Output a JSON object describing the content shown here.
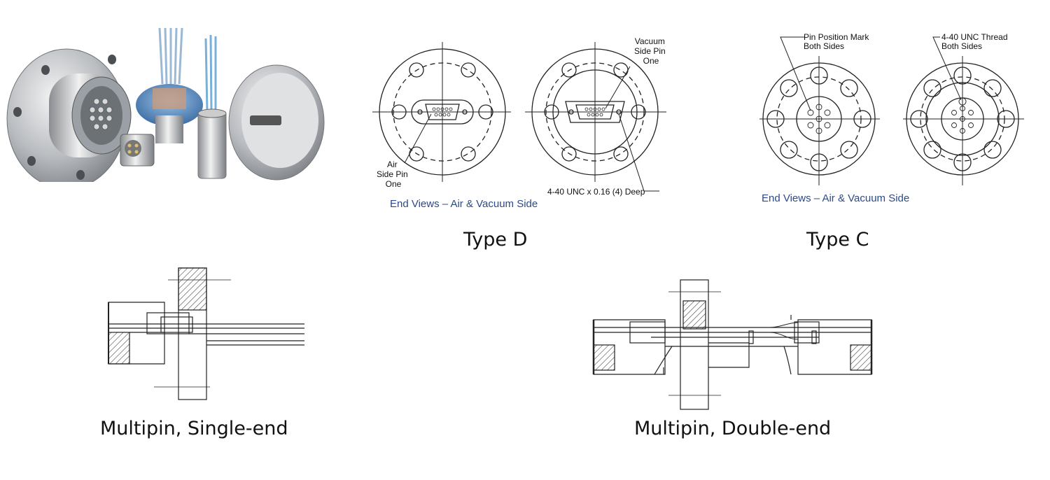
{
  "captions": {
    "type_d": "Type D",
    "type_c": "Type C",
    "single_end": "Multipin, Single-end",
    "double_end": "Multipin, Double-end"
  },
  "type_d": {
    "end_views": "End Views – Air & Vacuum Side",
    "air_side_pin": [
      "Air",
      "Side Pin",
      "One"
    ],
    "vacuum_side_pin": [
      "Vacuum",
      "Side Pin",
      "One"
    ],
    "thread_note": "4-40 UNC x 0.16 (4) Deep"
  },
  "type_c": {
    "end_views": "End Views – Air & Vacuum Side",
    "pin_position": [
      "Pin Position Mark",
      "Both Sides"
    ],
    "thread": [
      "4-40 UNC Thread",
      "Both Sides"
    ]
  },
  "colors": {
    "label_blue": "#2b4a86",
    "line": "#222222"
  }
}
